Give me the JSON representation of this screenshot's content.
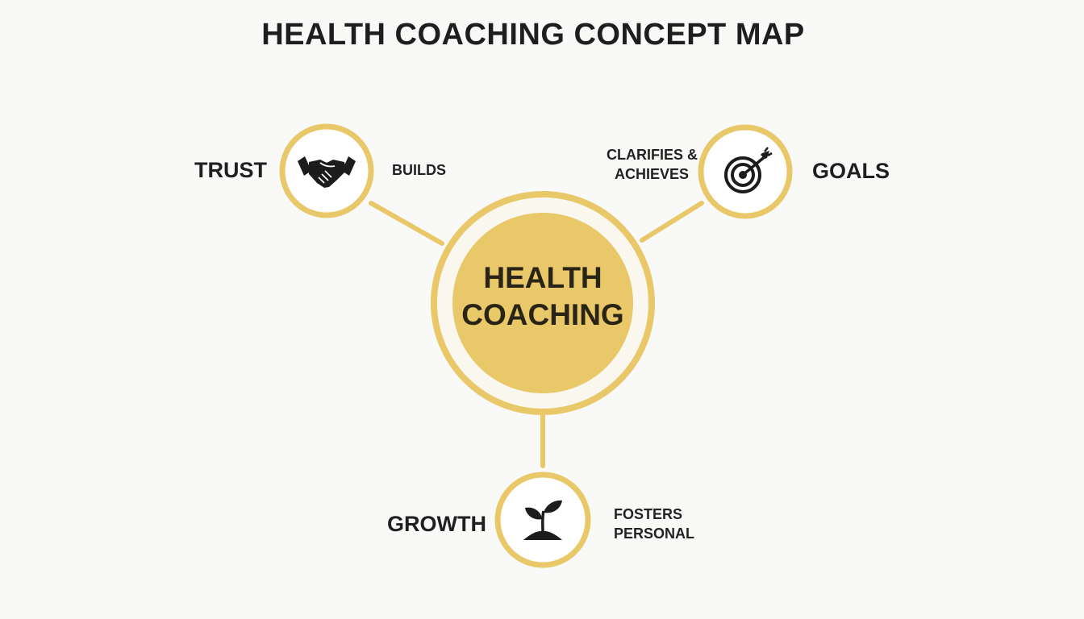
{
  "title": "HEALTH COACHING CONCEPT MAP",
  "colors": {
    "accent": "#e9c869",
    "center_fill": "#e9c869",
    "background": "#f9f9f7",
    "text": "#1f1f1f"
  },
  "center": {
    "line1": "HEALTH",
    "line2": "COACHING"
  },
  "nodes": [
    {
      "id": "trust",
      "label": "TRUST",
      "relation": "BUILDS",
      "icon": "handshake-icon"
    },
    {
      "id": "goals",
      "label": "GOALS",
      "relation_line1": "CLARIFIES &",
      "relation_line2": "ACHIEVES",
      "icon": "target-icon"
    },
    {
      "id": "growth",
      "label": "GROWTH",
      "relation_line1": "FOSTERS",
      "relation_line2": "PERSONAL",
      "icon": "sprout-icon"
    }
  ]
}
